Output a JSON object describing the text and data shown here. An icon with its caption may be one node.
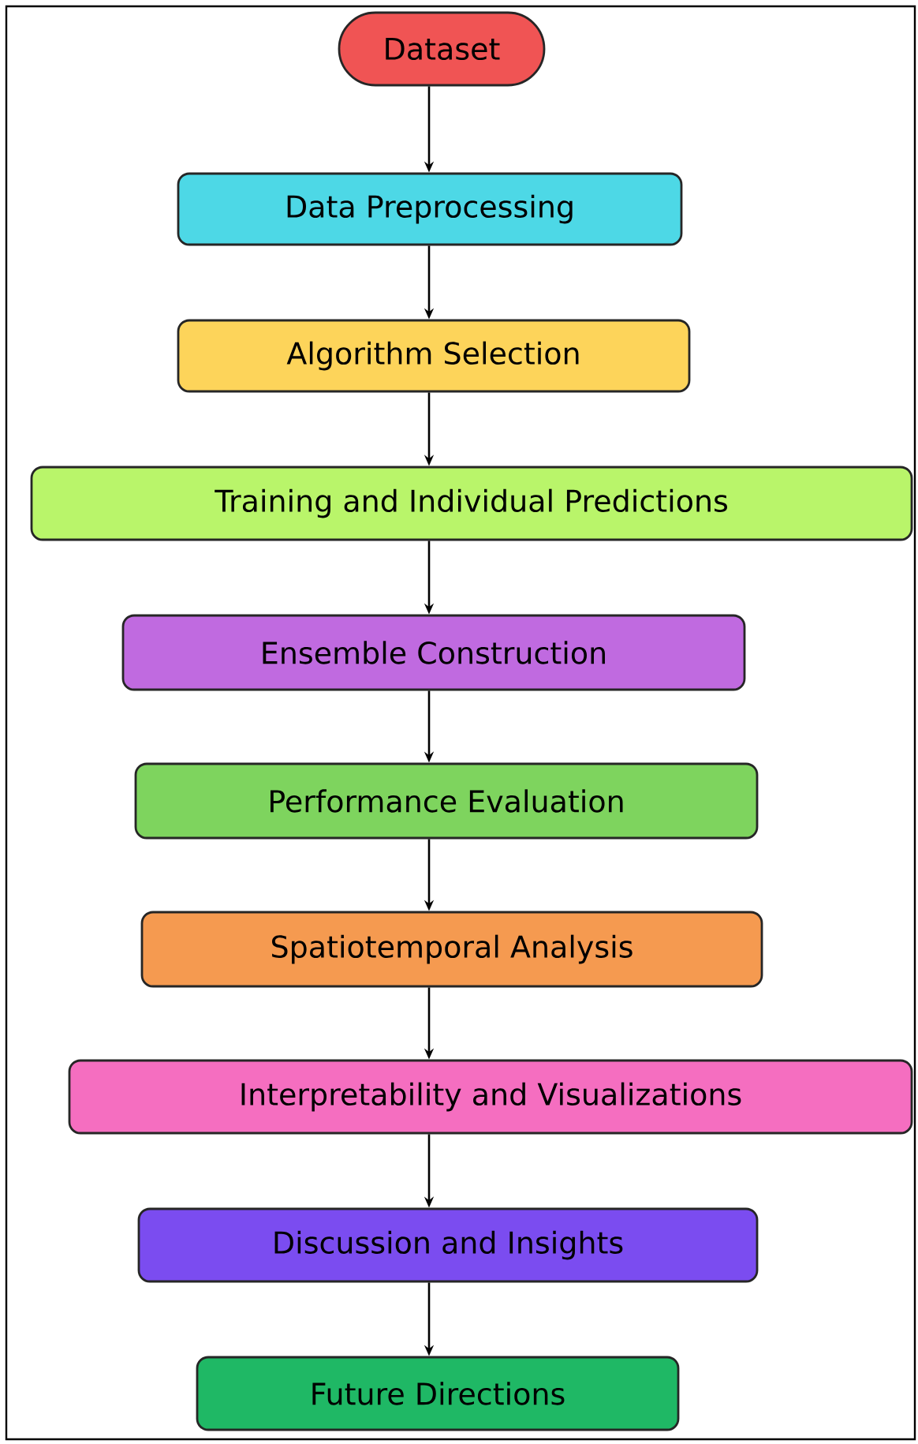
{
  "diagram": {
    "nodes": [
      {
        "text": [
          "Dataset"
        ]
      },
      {
        "text": [
          "Data Preprocessing"
        ]
      },
      {
        "text": [
          "Algorithm Selection"
        ]
      },
      {
        "text": [
          "Training and Individual Predictions"
        ]
      },
      {
        "text": [
          "Ensemble Construction"
        ]
      },
      {
        "text": [
          "Performance Evaluation"
        ]
      },
      {
        "text": [
          "Spatiotemporal Analysis"
        ]
      },
      {
        "text": [
          "Interpretability and Visualizations"
        ]
      },
      {
        "text": [
          "Discussion and Insights"
        ]
      },
      {
        "text": [
          "Future Directions"
        ]
      }
    ],
    "edges": [
      {
        "from": 0,
        "to": 1,
        "arrow": "to"
      },
      {
        "from": 1,
        "to": 2,
        "arrow": "to"
      },
      {
        "from": 2,
        "to": 3,
        "arrow": "to"
      },
      {
        "from": 3,
        "to": 4,
        "arrow": "to"
      },
      {
        "from": 4,
        "to": 5,
        "arrow": "to"
      },
      {
        "from": 5,
        "to": 6,
        "arrow": "to"
      },
      {
        "from": 6,
        "to": 7,
        "arrow": "to"
      },
      {
        "from": 7,
        "to": 8,
        "arrow": "to"
      },
      {
        "from": 8,
        "to": 9,
        "arrow": "to"
      }
    ]
  }
}
